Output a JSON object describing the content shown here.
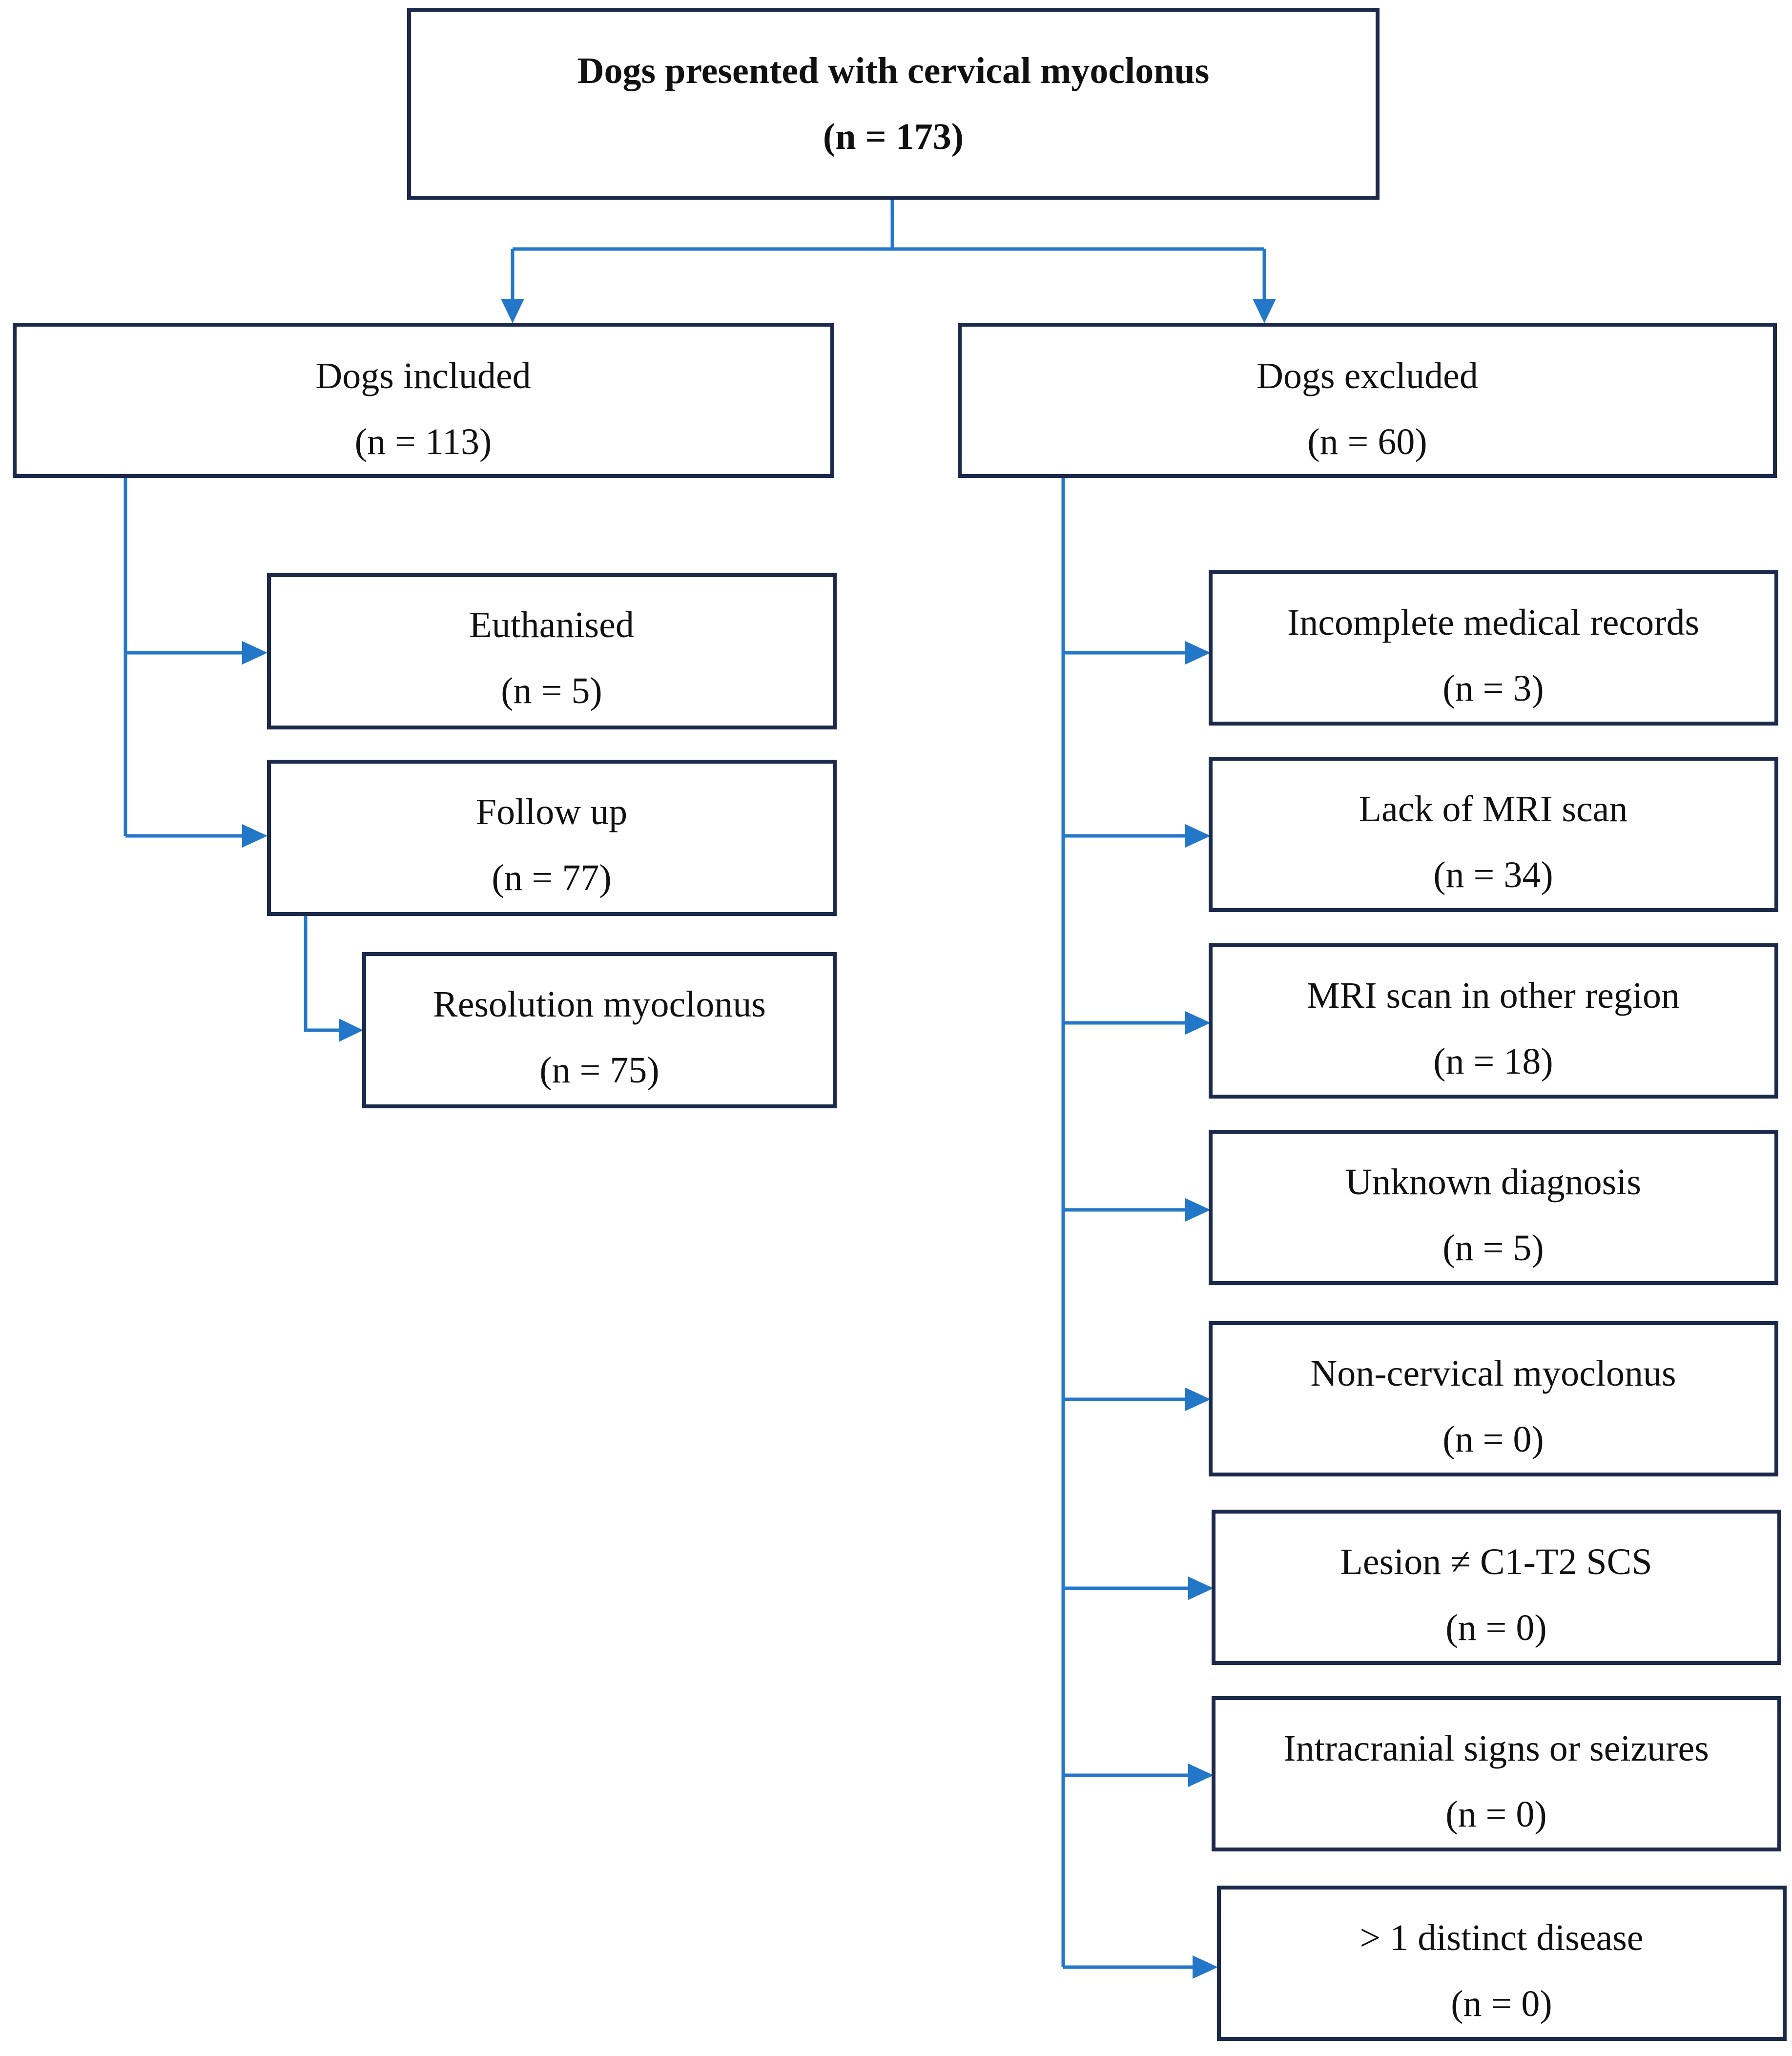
{
  "colors": {
    "box_border": "#1b2a4a",
    "connector": "#2377c8",
    "text": "#111111"
  },
  "root": {
    "title": "Dogs presented with cervical myoclonus",
    "count": "(n = 173)"
  },
  "included": {
    "title": "Dogs included",
    "count": "(n = 113)",
    "euthanised": {
      "title": "Euthanised",
      "count": "(n = 5)"
    },
    "follow_up": {
      "title": "Follow up",
      "count": "(n = 77)"
    },
    "resolution": {
      "title": "Resolution myoclonus",
      "count": "(n = 75)"
    }
  },
  "excluded": {
    "title": "Dogs excluded",
    "count": "(n = 60)",
    "reasons": [
      {
        "title": "Incomplete medical records",
        "count": "(n = 3)"
      },
      {
        "title": "Lack of MRI scan",
        "count": "(n = 34)"
      },
      {
        "title": "MRI scan in other region",
        "count": "(n = 18)"
      },
      {
        "title": "Unknown diagnosis",
        "count": "(n = 5)"
      },
      {
        "title": "Non-cervical myoclonus",
        "count": "(n = 0)"
      },
      {
        "title": "Lesion ≠ C1-T2 SCS",
        "count": "(n = 0)"
      },
      {
        "title": "Intracranial signs or seizures",
        "count": "(n = 0)"
      },
      {
        "title": "> 1 distinct disease",
        "count": "(n = 0)"
      }
    ]
  }
}
